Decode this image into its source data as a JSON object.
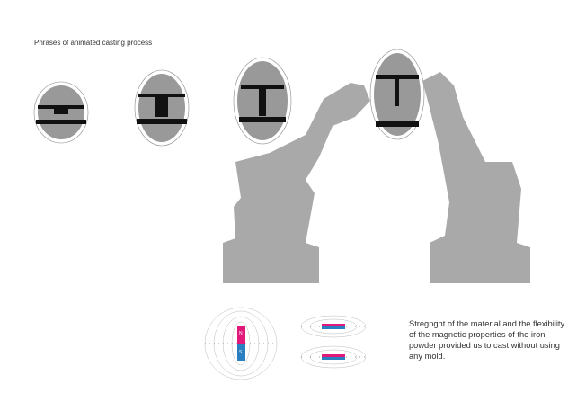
{
  "heading": "Phrases of animated casting process",
  "caption": "Stregnght of the material and the flexibility of the magnetic properties of the iron powder provided us to cast without using any mold.",
  "magnet_labels": {
    "north": "N",
    "south": "S"
  },
  "colors": {
    "robot": "#a9a9a9",
    "north": "#e0197a",
    "south": "#2a7fc0",
    "casting": "#111111",
    "field": "#bbbbbb"
  }
}
